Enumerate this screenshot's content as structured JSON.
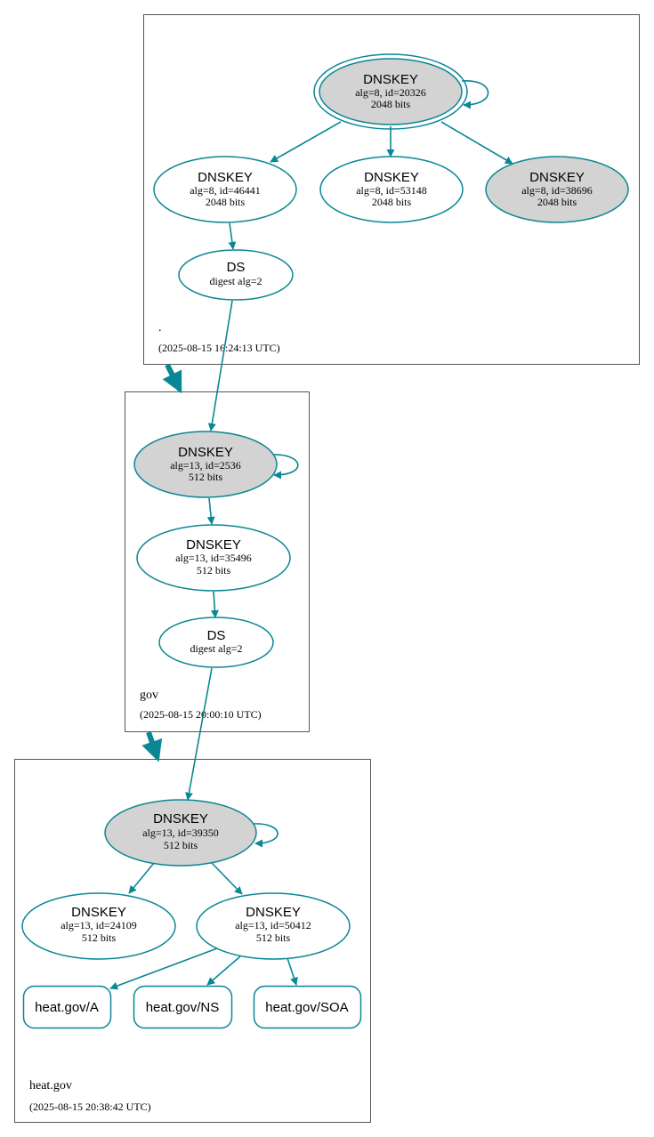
{
  "colors": {
    "edge": "#0a8794",
    "node_fill_ksk": "#d3d3d3",
    "node_fill_zsk": "#ffffff",
    "zone_border": "#555555"
  },
  "zones": {
    "root": {
      "name": ".",
      "timestamp": "(2025-08-15 16:24:13 UTC)"
    },
    "gov": {
      "name": "gov",
      "timestamp": "(2025-08-15 20:00:10 UTC)"
    },
    "heat": {
      "name": "heat.gov",
      "timestamp": "(2025-08-15 20:38:42 UTC)"
    }
  },
  "nodes": {
    "root_ksk": {
      "title": "DNSKEY",
      "detail": "alg=8, id=20326",
      "size": "2048 bits"
    },
    "root_zsk1": {
      "title": "DNSKEY",
      "detail": "alg=8, id=46441",
      "size": "2048 bits"
    },
    "root_zsk2": {
      "title": "DNSKEY",
      "detail": "alg=8, id=53148",
      "size": "2048 bits"
    },
    "root_zsk3": {
      "title": "DNSKEY",
      "detail": "alg=8, id=38696",
      "size": "2048 bits"
    },
    "gov_ds": {
      "title": "DS",
      "detail": "digest alg=2"
    },
    "gov_ksk": {
      "title": "DNSKEY",
      "detail": "alg=13, id=2536",
      "size": "512 bits"
    },
    "gov_zsk": {
      "title": "DNSKEY",
      "detail": "alg=13, id=35496",
      "size": "512 bits"
    },
    "heat_ds": {
      "title": "DS",
      "detail": "digest alg=2"
    },
    "heat_ksk": {
      "title": "DNSKEY",
      "detail": "alg=13, id=39350",
      "size": "512 bits"
    },
    "heat_zsk1": {
      "title": "DNSKEY",
      "detail": "alg=13, id=24109",
      "size": "512 bits"
    },
    "heat_zsk2": {
      "title": "DNSKEY",
      "detail": "alg=13, id=50412",
      "size": "512 bits"
    }
  },
  "records": {
    "a": "heat.gov/A",
    "ns": "heat.gov/NS",
    "soa": "heat.gov/SOA"
  }
}
